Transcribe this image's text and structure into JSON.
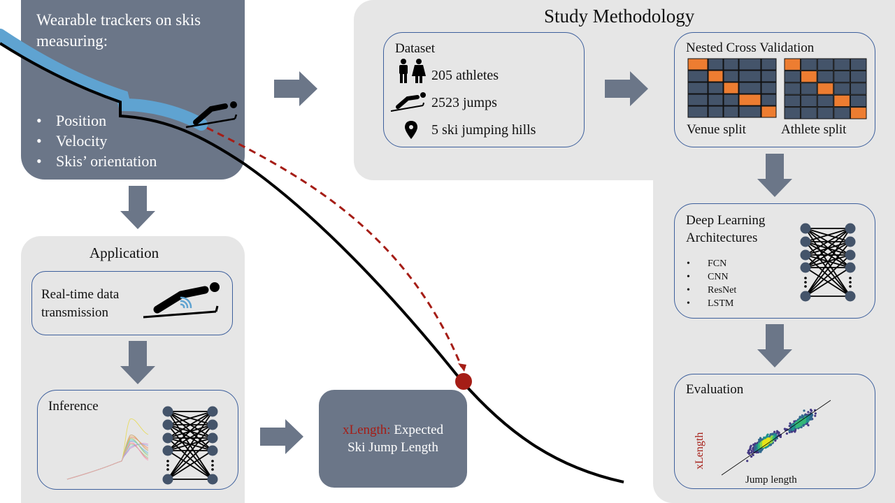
{
  "sensors": {
    "title_line1": "Wearable trackers on skis",
    "title_line2": "measuring:",
    "items": [
      "Position",
      "Velocity",
      "Skis’ orientation"
    ]
  },
  "methodology": {
    "title": "Study Methodology",
    "dataset": {
      "title": "Dataset",
      "rows": [
        {
          "icon": "athletes-icon",
          "text": "205 athletes"
        },
        {
          "icon": "ski-jumper-icon",
          "text": "2523 jumps"
        },
        {
          "icon": "location-pin-icon",
          "text": "5 ski jumping hills"
        }
      ]
    },
    "cross_validation": {
      "title": "Nested Cross Validation",
      "venue_label": "Venue split",
      "athlete_label": "Athlete split",
      "grid_colors": {
        "fold": "#44546a",
        "test": "#ed7d31"
      }
    },
    "deep_learning": {
      "title_line1": "Deep Learning",
      "title_line2": "Architectures",
      "items": [
        "FCN",
        "CNN",
        "ResNet",
        "LSTM"
      ]
    },
    "evaluation": {
      "title": "Evaluation",
      "y_label": "xLength",
      "x_label": "Jump length"
    }
  },
  "application": {
    "title": "Application",
    "realtime_line1": "Real-time data",
    "realtime_line2": "transmission",
    "inference_title": "Inference"
  },
  "output": {
    "highlight": "xLength:",
    "line1_rest": " Expected",
    "line2": "Ski Jump Length"
  },
  "colors": {
    "dark_box": "#6b7688",
    "panel": "#e6e6e6",
    "card_border": "#3d5f9c",
    "arrow": "#6b7688",
    "accent_red": "#a51d16",
    "hill_blue": "#5fa3d1",
    "nn_node": "#44546a"
  }
}
